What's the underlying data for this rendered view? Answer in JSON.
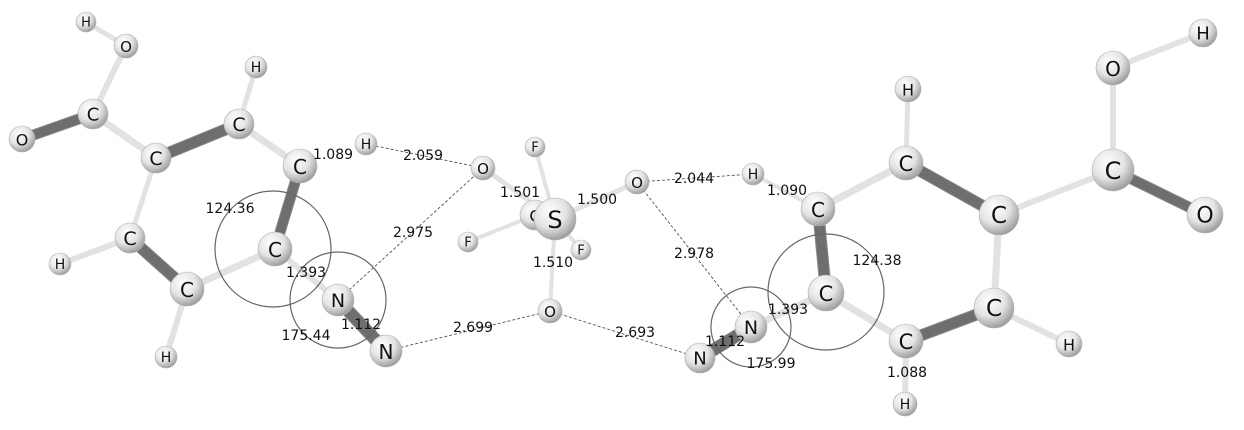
{
  "molecule": {
    "atoms": [
      {
        "el": "H"
      },
      {
        "el": "O"
      },
      {
        "el": "O"
      },
      {
        "el": "C"
      },
      {
        "el": "H"
      },
      {
        "el": "C"
      },
      {
        "el": "C"
      },
      {
        "el": "C"
      },
      {
        "el": "C"
      },
      {
        "el": "H"
      },
      {
        "el": "C"
      },
      {
        "el": "H"
      },
      {
        "el": "C"
      },
      {
        "el": "N"
      },
      {
        "el": "N"
      },
      {
        "el": "H"
      },
      {
        "el": "O"
      },
      {
        "el": "F"
      },
      {
        "el": "O"
      },
      {
        "el": "C"
      },
      {
        "el": "S"
      },
      {
        "el": "F"
      },
      {
        "el": "F"
      },
      {
        "el": "O"
      },
      {
        "el": "H"
      },
      {
        "el": "C"
      },
      {
        "el": "O"
      },
      {
        "el": "H"
      },
      {
        "el": "C"
      },
      {
        "el": "C"
      },
      {
        "el": "O"
      },
      {
        "el": "H"
      },
      {
        "el": "C"
      },
      {
        "el": "C"
      },
      {
        "el": "N"
      },
      {
        "el": "C"
      },
      {
        "el": "H"
      },
      {
        "el": "N"
      },
      {
        "el": "C"
      },
      {
        "el": "H"
      }
    ],
    "measurements": [
      {
        "text": "1.089"
      },
      {
        "text": "2.059"
      },
      {
        "text": "124.36"
      },
      {
        "text": "2.975"
      },
      {
        "text": "1.393"
      },
      {
        "text": "175.44"
      },
      {
        "text": "1.112"
      },
      {
        "text": "2.699"
      },
      {
        "text": "1.501"
      },
      {
        "text": "1.500"
      },
      {
        "text": "1.510"
      },
      {
        "text": "2.044"
      },
      {
        "text": "1.090"
      },
      {
        "text": "2.978"
      },
      {
        "text": "124.38"
      },
      {
        "text": "1.393"
      },
      {
        "text": "2.693"
      },
      {
        "text": "1.112"
      },
      {
        "text": "175.99"
      },
      {
        "text": "1.088"
      }
    ]
  },
  "colors": {
    "atom_fill": "#e6e6e6",
    "atom_highlight": "#ffffff",
    "atom_shade": "#9a9a9a",
    "bond_light": "#e2e2e2",
    "bond_dark": "#6e6e6e",
    "text": "#111111"
  }
}
